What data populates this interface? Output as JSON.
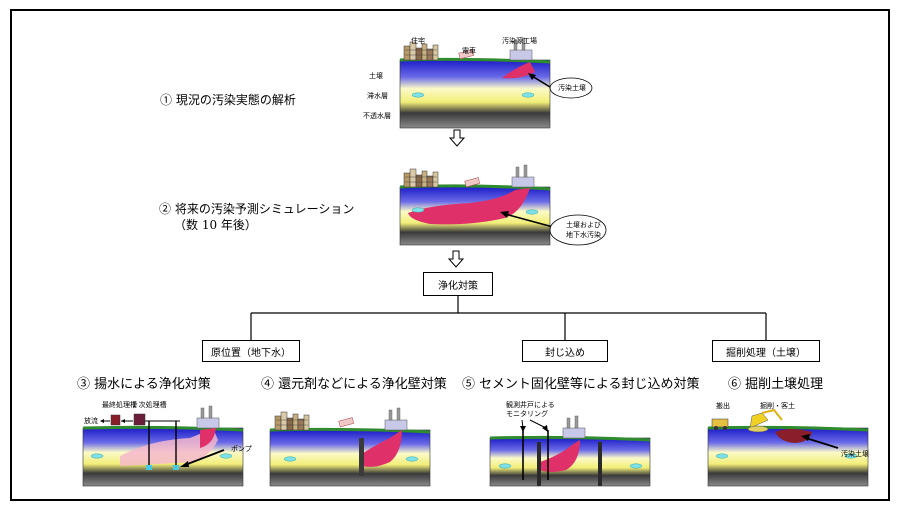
{
  "steps": {
    "s1": "① 現況の汚染実態の解析",
    "s2_line1": "② 将来の汚染予測シミュレーション",
    "s2_line2": "（数 10 年後）"
  },
  "diagram1": {
    "houses": "住宅",
    "train": "電車",
    "factory": "汚染源工場",
    "soil": "土壌",
    "aquifer": "滞水層",
    "aquitard": "不透水層",
    "callout": "汚染土壌"
  },
  "diagram2": {
    "callout_line1": "土壌および",
    "callout_line2": "地下水汚染"
  },
  "tree": {
    "root": "浄化対策",
    "b1": "原位置（地下水）",
    "b2": "封じ込め",
    "b3": "掘削処理（土壌）"
  },
  "methods": {
    "m3": "③ 揚水による浄化対策",
    "m4": "④ 還元剤などによる浄化壁対策",
    "m5": "⑤ セメント固化壁等による封じ込め対策",
    "m6": "⑥ 掘削土壌処理"
  },
  "d3": {
    "final_tank": "最終処理槽",
    "first_tank": "1 次処理槽",
    "discharge": "放流",
    "pump": "ポンプ"
  },
  "d5": {
    "monitor_line1": "観測井戸による",
    "monitor_line2": "モニタリング"
  },
  "d6": {
    "carry_out": "搬出",
    "excavate": "掘削・客土",
    "callout": "汚染土壌"
  },
  "colors": {
    "soil_blue": "#2a2ad8",
    "aquifer_yellow": "#f4f08a",
    "clay_gray": "#6a6a6a",
    "plume": "#e0306a",
    "grass": "#2e8b2e"
  }
}
